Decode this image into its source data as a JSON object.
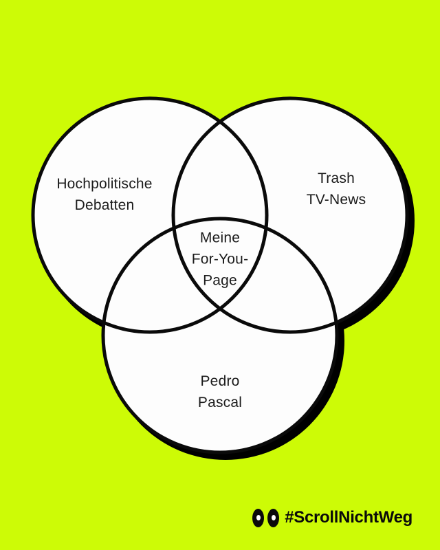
{
  "colors": {
    "background": "#CDFB06",
    "circle_fill": "#FDFDFD",
    "outline": "#0A0A0A",
    "shadow": "#000000",
    "text": "#1B1B1B"
  },
  "diagram": {
    "type": "venn3",
    "sets": [
      {
        "id": "left",
        "label_lines": [
          "Hochpolitische",
          "Debatten"
        ]
      },
      {
        "id": "right",
        "label_lines": [
          "Trash",
          "TV-News"
        ]
      },
      {
        "id": "bottom",
        "label_lines": [
          "Pedro",
          "Pascal"
        ]
      }
    ],
    "center_label_lines": [
      "Meine",
      "For-You-",
      "Page"
    ]
  },
  "footer": {
    "logo_icon": "eyes-logo",
    "hashtag": "#ScrollNichtWeg"
  }
}
